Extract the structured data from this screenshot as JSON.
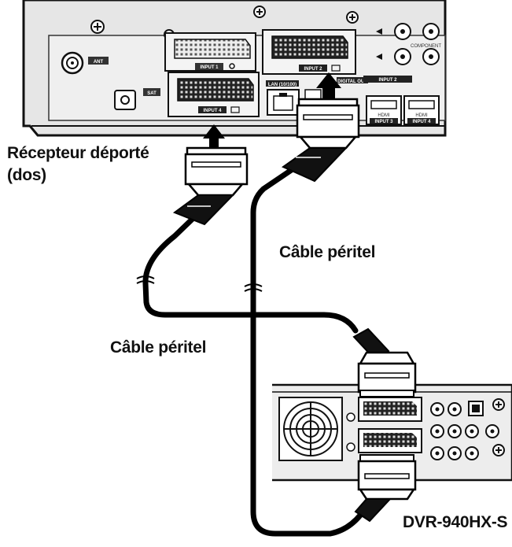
{
  "receiver_label_lines": [
    "Récepteur déporté",
    "(dos)"
  ],
  "cable_label_top": "Câble péritel",
  "cable_label_bottom": "Câble péritel",
  "dvr_label": "DVR-940HX-S",
  "panel_labels": {
    "ant": "ANT",
    "sat": "SAT",
    "input1": "INPUT 1",
    "input2": "INPUT 2",
    "input4": "INPUT 4",
    "lan": "LAN (10/100)",
    "digital_out": "DIGITAL OUT",
    "input2_component": "INPUT 2",
    "component": "COMPONENT",
    "hdmi1": "HDMI",
    "hdmi1_sub": "INPUT 3",
    "hdmi2": "HDMI",
    "hdmi2_sub": "INPUT 4"
  }
}
